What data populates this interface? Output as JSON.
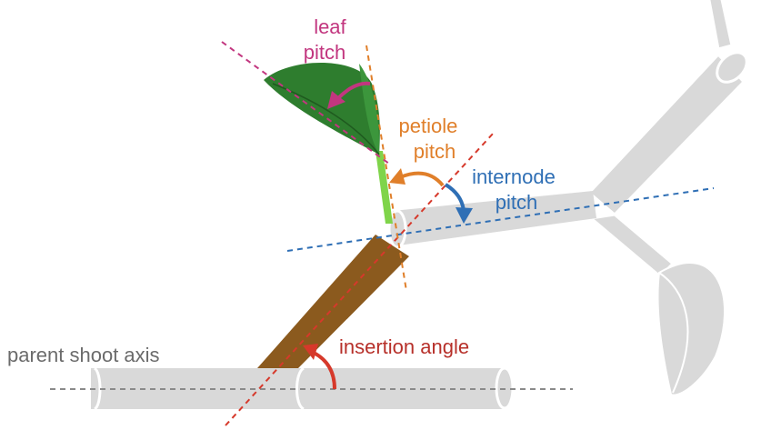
{
  "labels": {
    "leaf_pitch": [
      "leaf",
      "pitch"
    ],
    "petiole_pitch": [
      "petiole",
      "pitch"
    ],
    "internode_pitch": [
      "internode",
      "pitch"
    ],
    "insertion_angle": "insertion angle",
    "parent_shoot_axis": "parent shoot axis"
  },
  "colors": {
    "leaf_pitch": "#c2367f",
    "petiole_pitch": "#e07f2a",
    "internode_pitch": "#2f6fb5",
    "insertion_angle": "#d6392b",
    "insertion_text": "#b7302a",
    "axis_text": "#6b6b6b",
    "shoot_fill": "#d9d9d9",
    "branch_fill": "#8b5a1e",
    "petiole_fill": "#7fd44a",
    "leaf_dark": "#1f5a1f",
    "leaf_mid": "#2e7d2e",
    "leaf_light": "#3c963c",
    "axis_line": "#8a8a8a"
  }
}
